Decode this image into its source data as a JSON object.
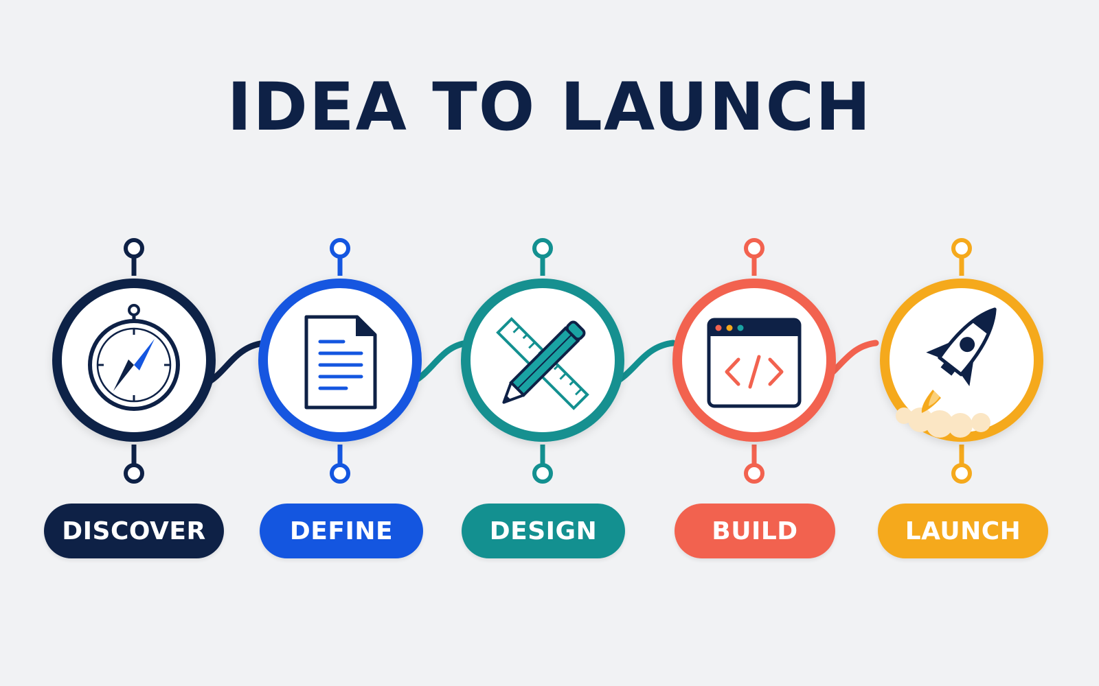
{
  "title": "IDEA TO LAUNCH",
  "steps": [
    {
      "label": "DISCOVER",
      "color": "#0e2146",
      "icon": "compass-icon"
    },
    {
      "label": "DEFINE",
      "color": "#1456e0",
      "icon": "document-icon"
    },
    {
      "label": "DESIGN",
      "color": "#139090",
      "icon": "pencil-ruler-icon"
    },
    {
      "label": "BUILD",
      "color": "#f2624f",
      "icon": "code-window-icon"
    },
    {
      "label": "LAUNCH",
      "color": "#f5a91c",
      "icon": "rocket-icon"
    }
  ]
}
